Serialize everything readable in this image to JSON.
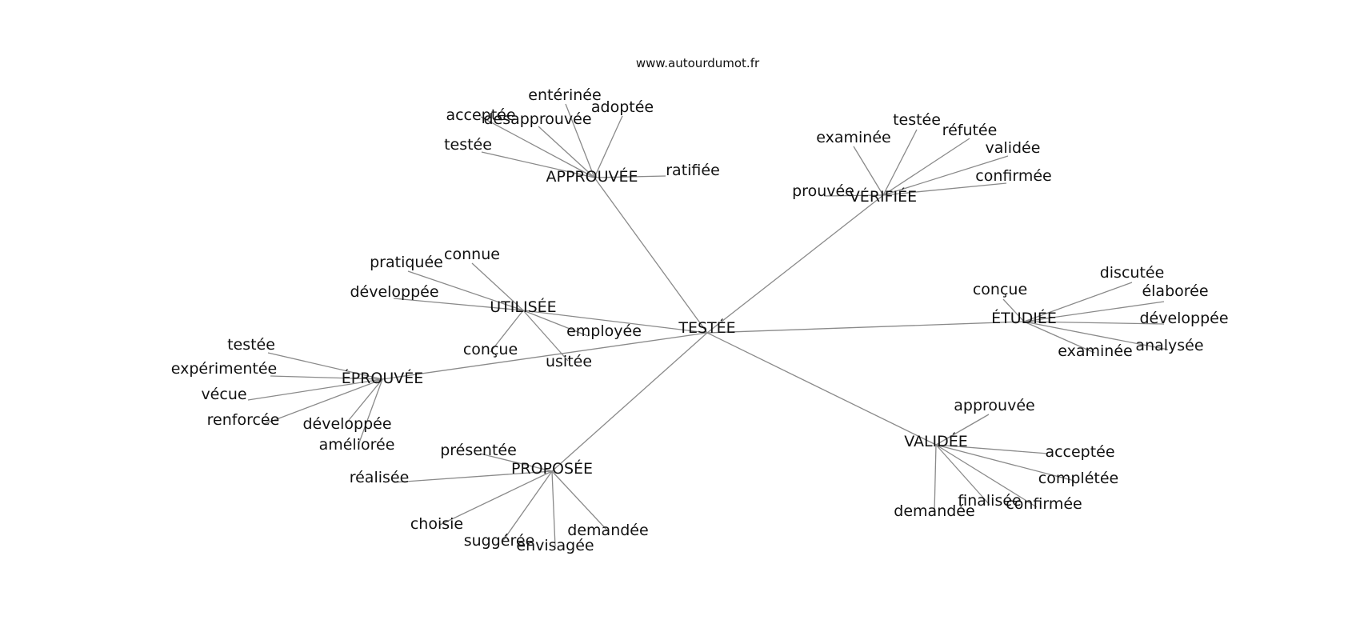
{
  "source": "www.autourdumot.fr",
  "center": "TESTÉE",
  "clusters": [
    {
      "label": "APPROUVÉE",
      "leaves": [
        "entérinée",
        "acceptée",
        "désapprouvée",
        "adoptée",
        "testée",
        "ratifiée"
      ]
    },
    {
      "label": "VÉRIFIÉE",
      "leaves": [
        "examinée",
        "testée",
        "réfutée",
        "validée",
        "confirmée",
        "prouvée"
      ]
    },
    {
      "label": "UTILISÉE",
      "leaves": [
        "pratiquée",
        "connue",
        "développée",
        "employée",
        "conçue",
        "usitée"
      ]
    },
    {
      "label": "ÉTUDIÉE",
      "leaves": [
        "conçue",
        "discutée",
        "élaborée",
        "développée",
        "analysée",
        "examinée"
      ]
    },
    {
      "label": "ÉPROUVÉE",
      "leaves": [
        "testée",
        "expérimentée",
        "vécue",
        "renforcée",
        "développée",
        "améliorée"
      ]
    },
    {
      "label": "VALIDÉE",
      "leaves": [
        "approuvée",
        "acceptée",
        "complétée",
        "finalisée",
        "confirmée",
        "demandée"
      ]
    },
    {
      "label": "PROPOSÉE",
      "leaves": [
        "présentée",
        "réalisée",
        "choisie",
        "suggérée",
        "envisagée",
        "demandée"
      ]
    }
  ]
}
